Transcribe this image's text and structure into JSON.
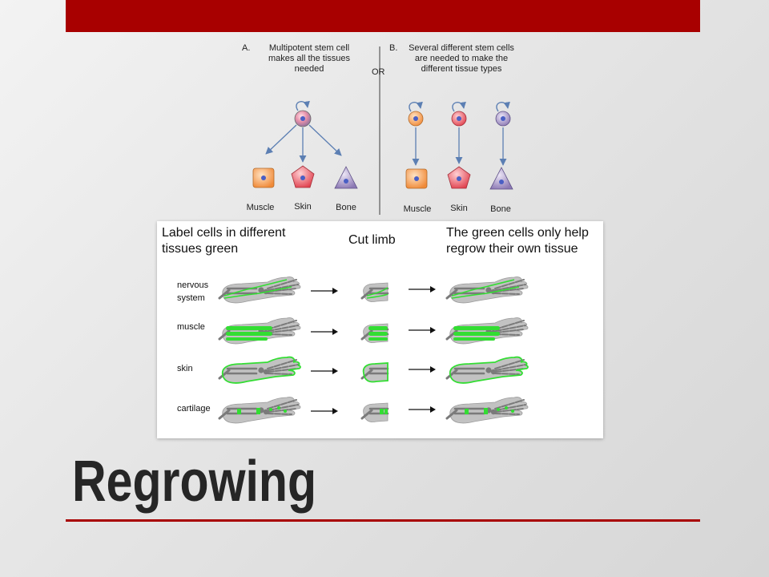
{
  "slide": {
    "title": "Regrowing",
    "accent_color": "#a80000"
  },
  "top_diagram": {
    "caption_a": {
      "tag": "A.",
      "text": "Multipotent stem cell makes all the tissues needed"
    },
    "caption_b": {
      "tag": "B.",
      "text": "Several different stem cells are needed to make the different tissue types"
    },
    "separator": "OR",
    "tissue_labels_a": [
      "Muscle",
      "Skin",
      "Bone"
    ],
    "tissue_labels_b": [
      "Muscle",
      "Skin",
      "Bone"
    ]
  },
  "experiment": {
    "col_labels": {
      "step1": "Label cells in different tissues green",
      "step2": "Cut limb",
      "step3": "The green cells only help regrow their own tissue"
    },
    "rows": [
      {
        "label": "nervous system",
        "tissue": "nervous"
      },
      {
        "label": "muscle",
        "tissue": "muscle"
      },
      {
        "label": "skin",
        "tissue": "skin"
      },
      {
        "label": "cartilage",
        "tissue": "cartilage"
      }
    ],
    "colors": {
      "label_green": "#33dd33",
      "limb_gray": "#7a7a7a",
      "limb_outline": "#c2c2c2"
    }
  }
}
